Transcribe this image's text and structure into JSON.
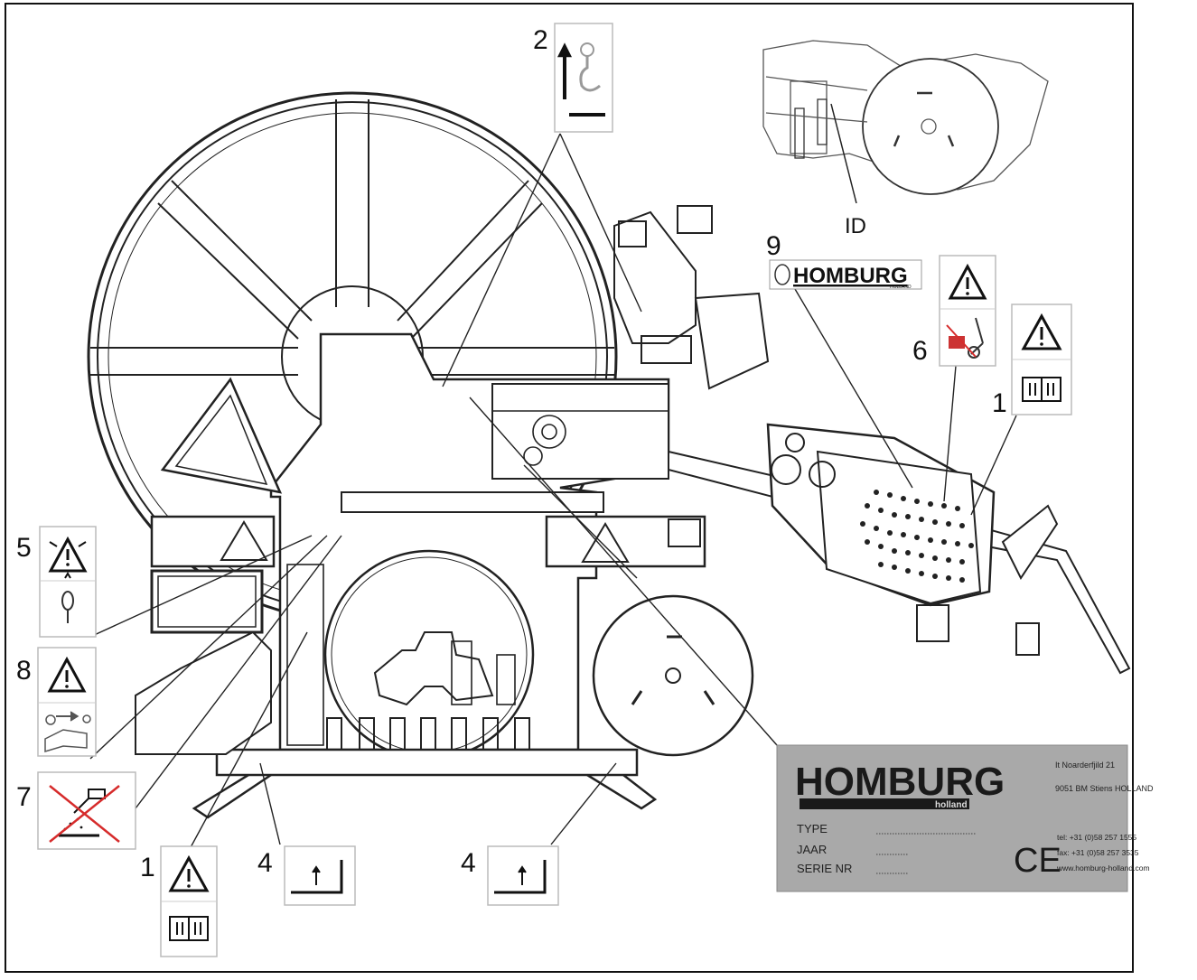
{
  "callouts": {
    "c2": "2",
    "c9": "9",
    "c6": "6",
    "c1_right": "1",
    "c5": "5",
    "c8": "8",
    "c7": "7",
    "c1_bottom": "1",
    "c4_left": "4",
    "c4_right": "4",
    "id": "ID"
  },
  "logo_sticker": {
    "brand": "HOMBURG",
    "sub": "HOLLAND"
  },
  "nameplate": {
    "brand": "HOMBURG",
    "brand_sub": "holland",
    "fields": [
      "TYPE",
      "JAAR",
      "SERIE NR"
    ],
    "address_line1": "It Noarderfjild 21",
    "address_line2": "9051 BM Stiens  HOLLAND",
    "tel": "tel: +31 (0)58 257 1555",
    "fax": "fax: +31 (0)58 257 3535",
    "web": "www.homburg-holland.com",
    "ce": "CE"
  },
  "icons": [
    "lifting-hook-icon",
    "warning-triangle-icon",
    "manual-book-icon",
    "crush-hazard-icon",
    "hand-entanglement-icon",
    "key-removal-icon",
    "no-welding-icon",
    "jack-point-icon"
  ],
  "colors": {
    "line": "#111111",
    "plate_bg": "#a9a9a9",
    "prohibition_red": "#d62b2b"
  }
}
